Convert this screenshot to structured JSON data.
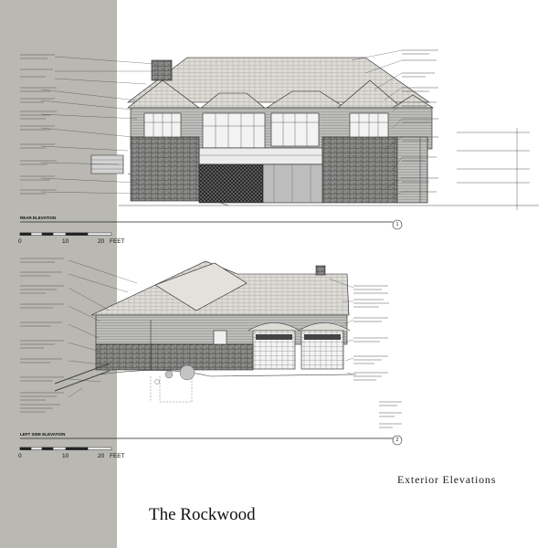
{
  "sheet": {
    "title": "Exterior Elevations",
    "project_name": "The Rockwood"
  },
  "views": [
    {
      "label": "REAR ELEVATION",
      "number": "1",
      "scale_labels": [
        "0",
        "10",
        "20",
        "FEET"
      ]
    },
    {
      "label": "LEFT SIDE ELEVATION",
      "number": "2",
      "scale_labels": [
        "0",
        "10",
        "20",
        "FEET"
      ]
    }
  ],
  "colors": {
    "margin_band": "#b9b8b2",
    "roof": "#d8d6d0",
    "stone": "#6a6a6a",
    "linework": "#222222"
  }
}
